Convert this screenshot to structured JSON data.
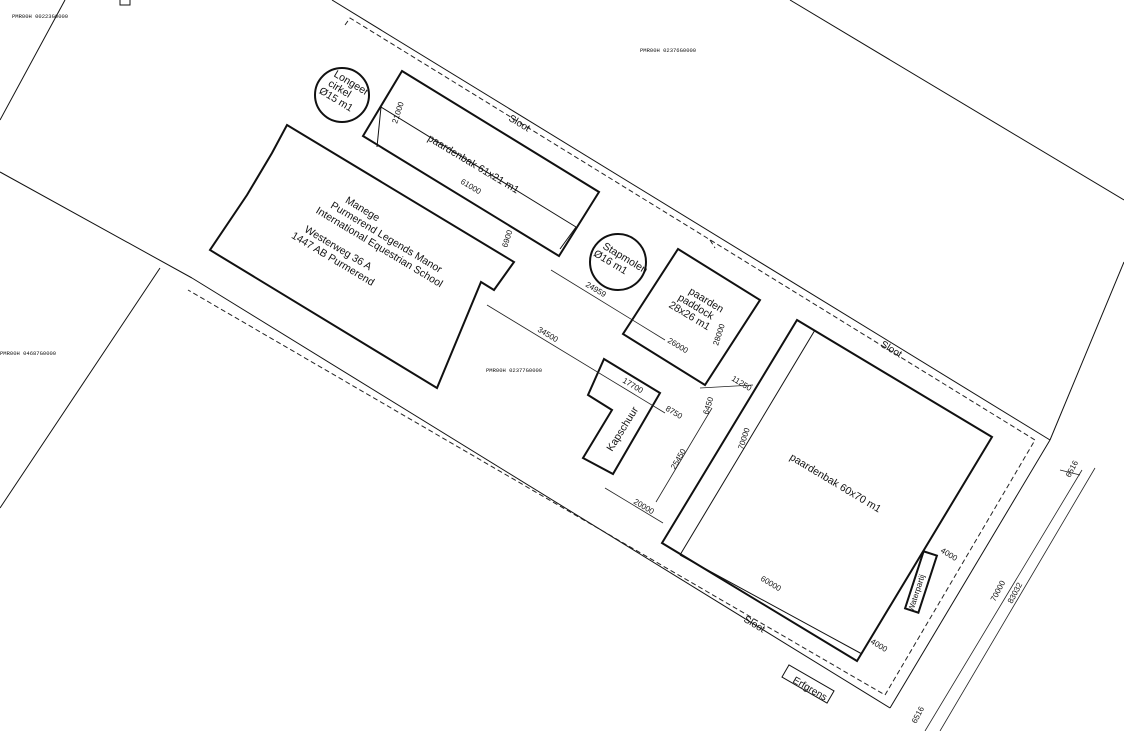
{
  "parcels": {
    "p1": "PMR00H 00223G0000",
    "p2": "PMR00H 02376G0000",
    "p3": "PMR00H 04687G0000",
    "p4": "PMR00H 02377G0000"
  },
  "buildings": {
    "manege": {
      "line1": "Manege",
      "line2": "Purmerend Legends Manor",
      "line3": "International Equestrian School",
      "line4": "Westerweg 36 A",
      "line5": "1447 AB Purmerend"
    },
    "kapschuur": "Kapschuur"
  },
  "arenas": {
    "small": "paardenbak 61x21 m1",
    "large": "paardenbak 60x70 m1",
    "paddock_l1": "paarden",
    "paddock_l2": "paddock",
    "paddock_l3": "28x26 m1"
  },
  "circles": {
    "longeer_l1": "Longeer",
    "longeer_l2": "cirkel",
    "longeer_l3": "Ø15 m1",
    "stapmolen_l1": "Stapmolen",
    "stapmolen_l2": "Ø16 m1"
  },
  "labels": {
    "sloot": "Sloot",
    "erfgrens": "Erfgrens",
    "waterpartij": "Waterpartij"
  },
  "dimensions": {
    "d21000": "21000",
    "d61000": "61000",
    "d6900": "6900",
    "d24959": "24959",
    "d34500": "34500",
    "d26000": "26000",
    "d28000": "28000",
    "d17700": "17700",
    "d8750": "8750",
    "d6450": "6450",
    "d11250": "11250",
    "d25450": "25450",
    "d20000": "20000",
    "d70000": "70000",
    "d60000": "60000",
    "d4000a": "4000",
    "d4000b": "4000",
    "d6516a": "6516",
    "d70000b": "70000",
    "d83032": "83032",
    "d6516b": "6516"
  }
}
